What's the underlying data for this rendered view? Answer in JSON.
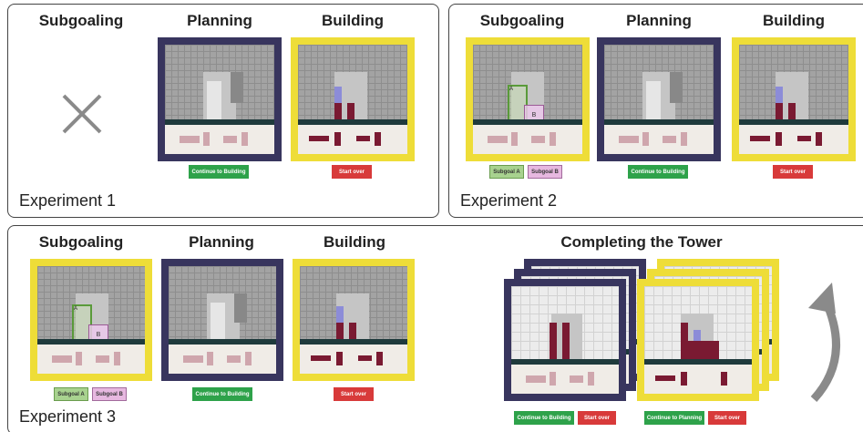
{
  "experiments": [
    {
      "label": "Experiment 1",
      "columns": [
        "Subgoaling",
        "Planning",
        "Building"
      ]
    },
    {
      "label": "Experiment 2",
      "columns": [
        "Subgoaling",
        "Planning",
        "Building"
      ]
    },
    {
      "label": "Experiment 3",
      "columns": [
        "Subgoaling",
        "Planning",
        "Building"
      ],
      "extra_title": "Completing the Tower"
    }
  ],
  "buttons": {
    "continue_building": "Continue to Building",
    "start_over": "Start over",
    "continue_planning": "Continue to Planning",
    "subgoal_a": "Subgoal A",
    "subgoal_b": "Subgoal B"
  },
  "grid_labels": {
    "a": "A",
    "b": "B"
  },
  "icons": {
    "none": "cross-icon",
    "cycle": "curved-arrow-icon"
  },
  "colors": {
    "planning_frame": "#38355e",
    "building_frame": "#eedd38",
    "block": "#7a1a32",
    "ghost_block": "#cfa6ad",
    "target_silhouette": "#c5c5c5",
    "button_green": "#2ea24a",
    "button_red": "#d83a3a"
  }
}
